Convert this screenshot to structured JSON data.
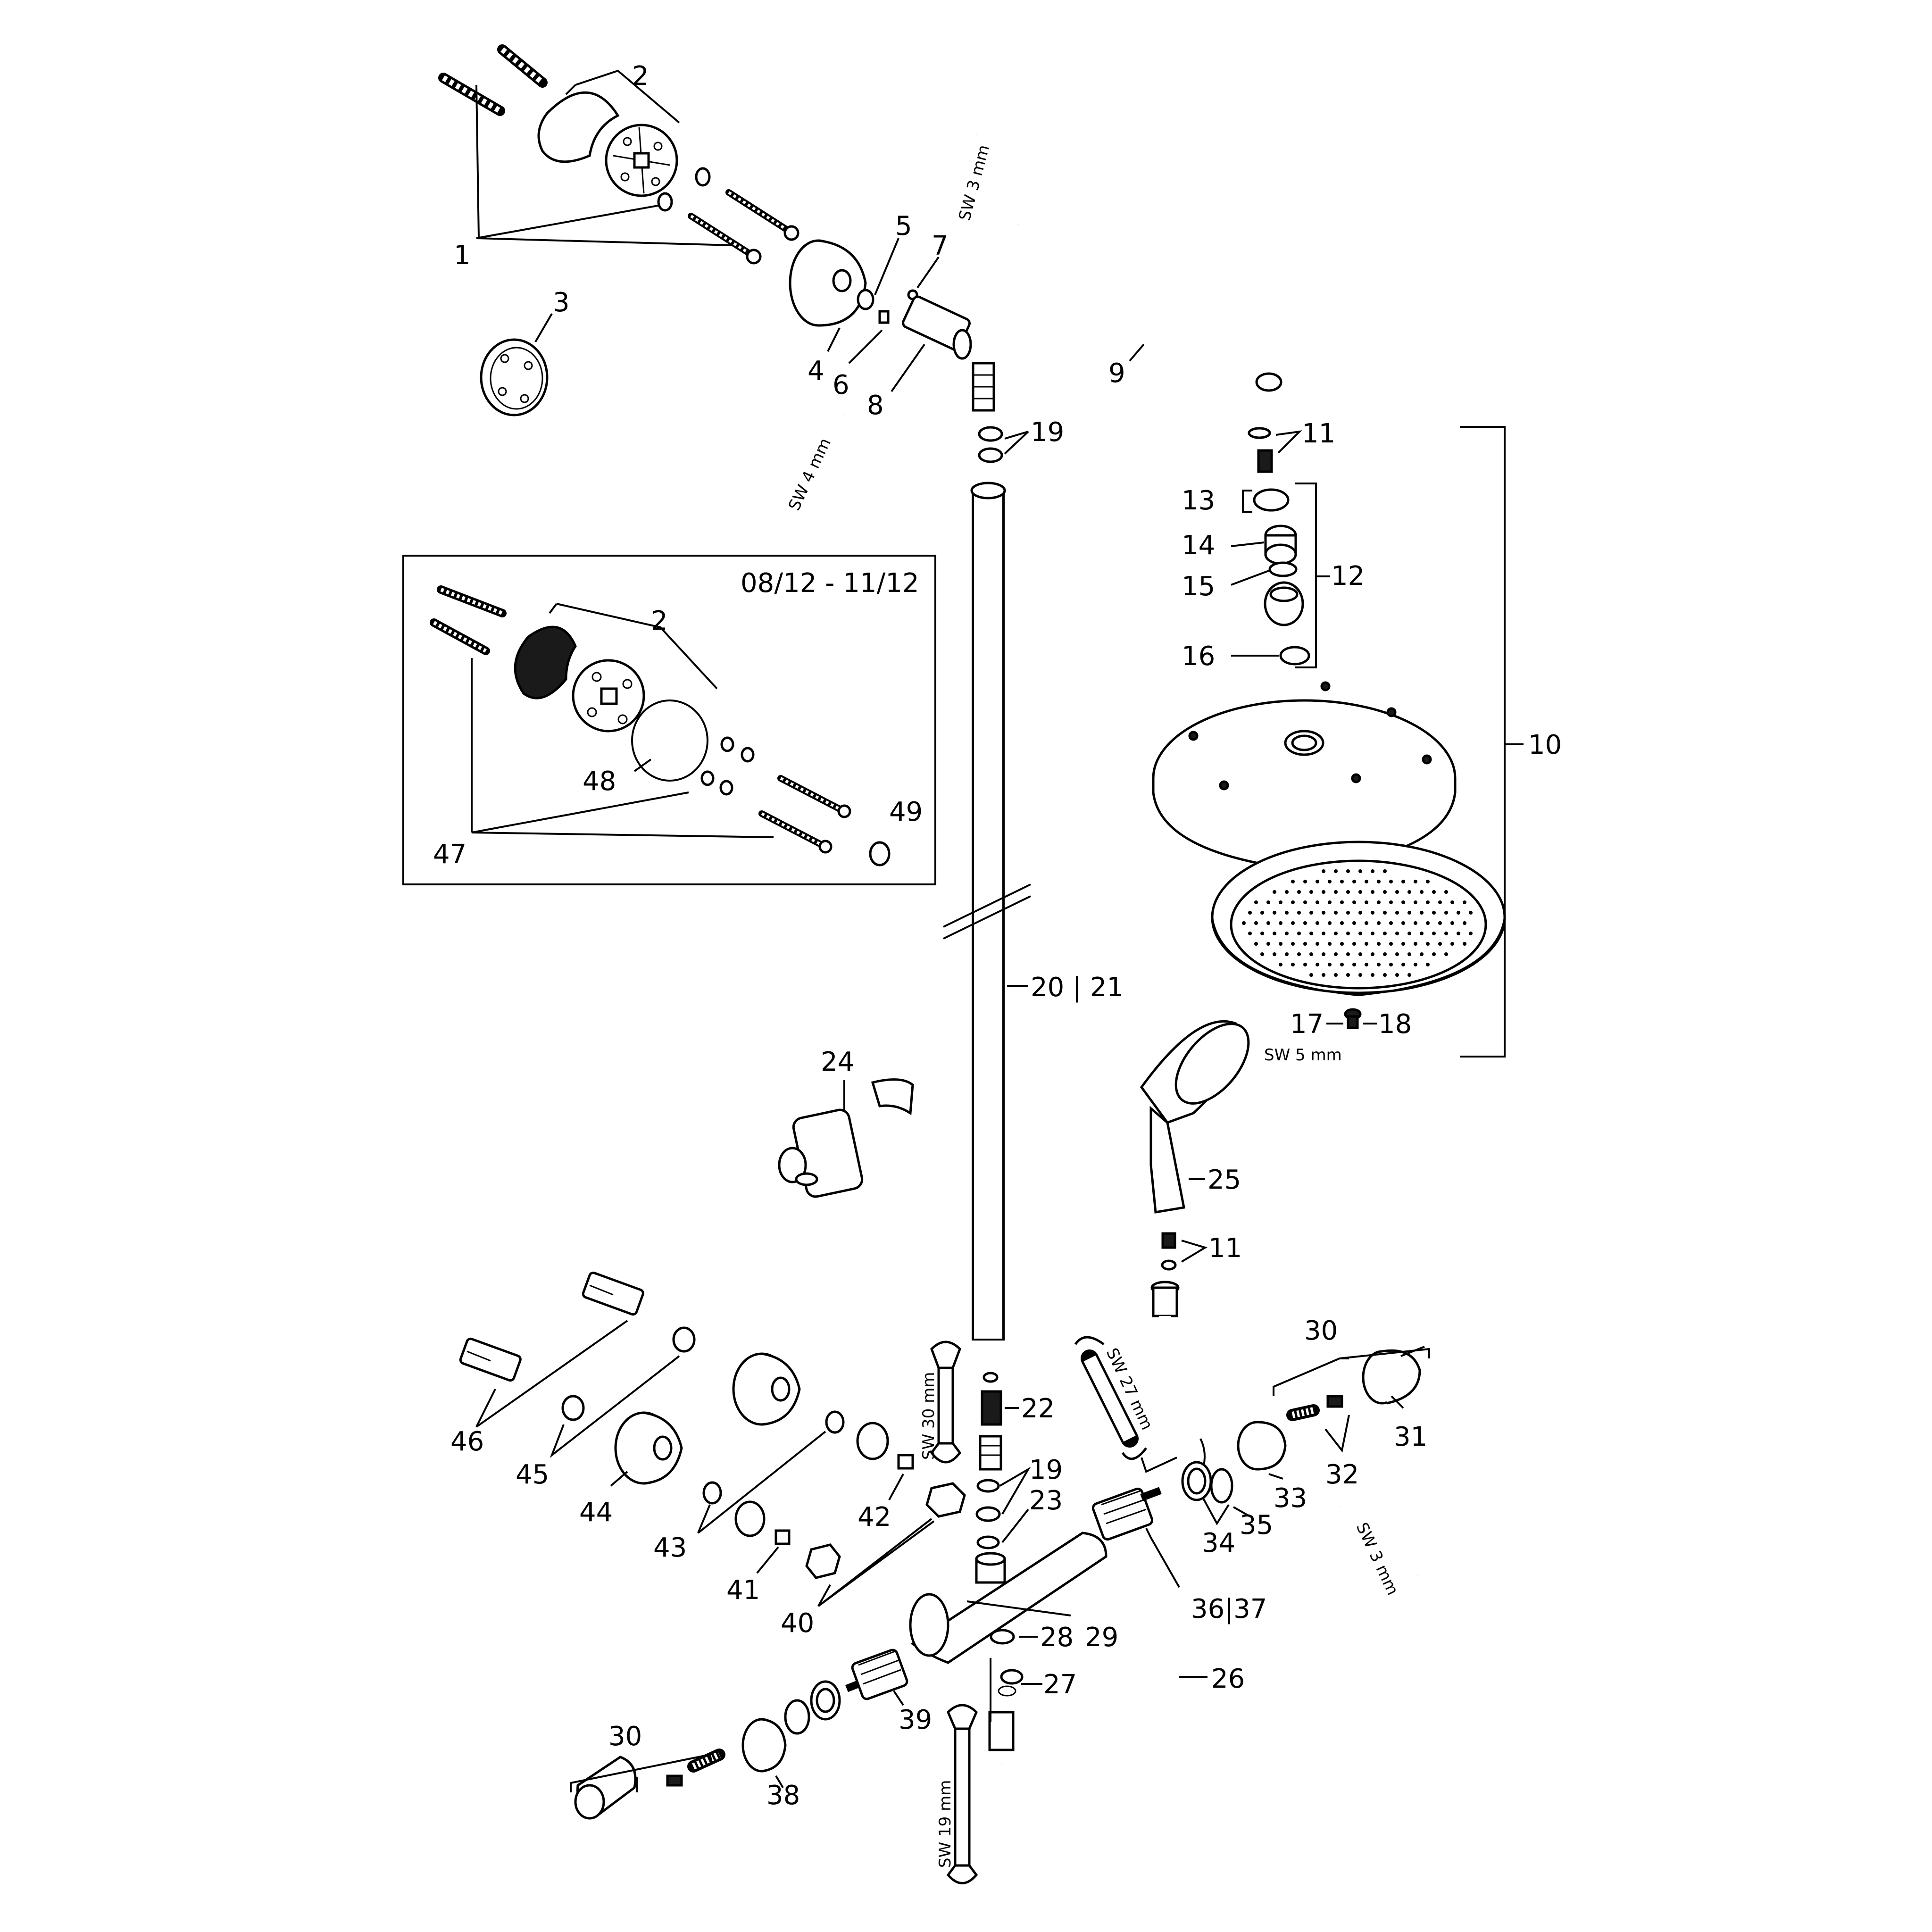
{
  "inset": {
    "title": "08/12 - 11/12"
  },
  "labels": {
    "p1": "1",
    "p2": "2",
    "p2b": "2",
    "p3": "3",
    "p4": "4",
    "p5": "5",
    "p6": "6",
    "p7": "7",
    "p8": "8",
    "p9": "9",
    "p10": "10",
    "p11a": "11",
    "p11b": "11",
    "p12": "12",
    "p13": "13",
    "p14": "14",
    "p15": "15",
    "p16": "16",
    "p17": "17",
    "p18": "18",
    "p19a": "19",
    "p19b": "19",
    "p2021": "20 | 21",
    "p22": "22",
    "p23": "23",
    "p24": "24",
    "p25": "25",
    "p26": "26",
    "p27": "27",
    "p28": "28",
    "p29": "29",
    "p30a": "30",
    "p30b": "30",
    "p31": "31",
    "p32": "32",
    "p33": "33",
    "p34": "34",
    "p35": "35",
    "p3637": "36|37",
    "p38": "38",
    "p39": "39",
    "p40": "40",
    "p41": "41",
    "p42": "42",
    "p43": "43",
    "p44": "44",
    "p45": "45",
    "p46": "46",
    "p47": "47",
    "p48": "48",
    "p49": "49"
  },
  "tools": {
    "sw3a": "SW 3 mm",
    "sw4": "SW 4 mm",
    "sw5": "SW 5 mm",
    "sw3b": "SW 3 mm",
    "sw30": "SW 30 mm",
    "sw27": "SW 27 mm",
    "sw19": "SW 19 mm"
  }
}
